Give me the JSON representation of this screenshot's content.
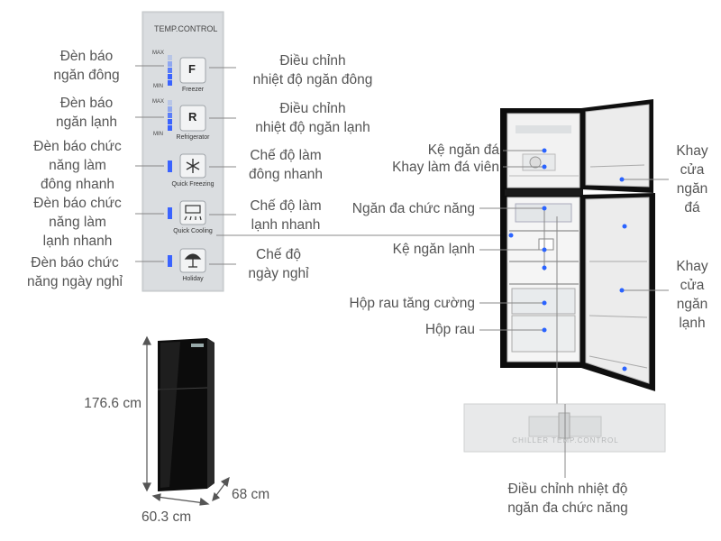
{
  "panel": {
    "header": "TEMP.CONTROL",
    "max": "MAX",
    "min": "MIN",
    "freezer_key": "F",
    "freezer_name": "Freezer",
    "fridge_key": "R",
    "fridge_name": "Refrigerator",
    "quick_freezing_name": "Quick Freezing",
    "quick_cooling_name": "Quick Cooling",
    "holiday_name": "Holiday"
  },
  "left_labels": {
    "freezer_indicator": [
      "Đèn báo",
      "ngăn đông"
    ],
    "fridge_indicator": [
      "Đèn báo",
      "ngăn lạnh"
    ],
    "quick_freeze_indicator": [
      "Đèn báo chức",
      "năng làm",
      "đông nhanh"
    ],
    "quick_cool_indicator": [
      "Đèn báo chức",
      "năng làm",
      "lạnh nhanh"
    ],
    "holiday_indicator": [
      "Đèn báo chức",
      "năng ngày nghỉ"
    ]
  },
  "right_panel_labels": {
    "freezer_adjust": [
      "Điều chỉnh",
      "nhiệt độ ngăn đông"
    ],
    "fridge_adjust": [
      "Điều chỉnh",
      "nhiệt độ ngăn lạnh"
    ],
    "quick_freeze_mode": [
      "Chế độ làm",
      "đông nhanh"
    ],
    "quick_cool_mode": [
      "Chế độ làm",
      "lạnh nhanh"
    ],
    "holiday_mode": [
      "Chế độ",
      "ngày nghỉ"
    ]
  },
  "fridge_labels": {
    "ice_shelf": "Kệ ngăn đá",
    "ice_tray": "Khay làm đá viên",
    "multi_compartment": "Ngăn đa chức năng",
    "fridge_shelf": "Kệ ngăn lạnh",
    "crisper_plus": "Hộp rau tăng cường",
    "crisper": "Hộp rau",
    "freezer_door_tray": [
      "Khay",
      "cửa",
      "ngăn",
      "đá"
    ],
    "fridge_door_tray": [
      "Khay",
      "cửa",
      "ngăn",
      "lạnh"
    ],
    "multi_adjust": [
      "Điều chỉnh nhiệt độ",
      "ngăn đa chức năng"
    ]
  },
  "dimensions": {
    "height": "176.6 cm",
    "width": "60.3 cm",
    "depth": "68 cm"
  },
  "slider": {
    "text": "CHILLER TEMP.CONTROL"
  },
  "colors": {
    "panel": "#d6d9dc",
    "led": "#3a63ff",
    "fridge_body": "#111111"
  }
}
